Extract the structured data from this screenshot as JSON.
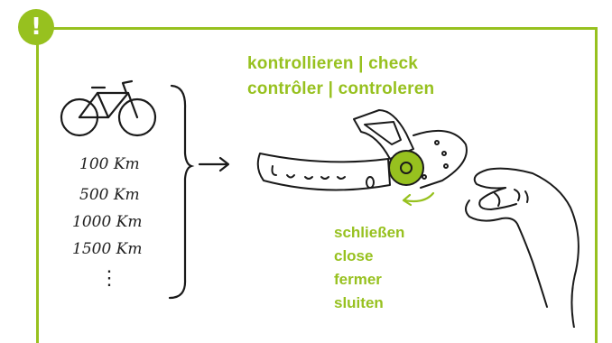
{
  "badge": {
    "symbol": "!"
  },
  "heading": {
    "line1": "kontrollieren | check",
    "line2": "contrôler | controleren"
  },
  "intervals": [
    {
      "label": "100 Km"
    },
    {
      "label": "500 Km"
    },
    {
      "label": "1000 Km"
    },
    {
      "label": "1500 Km"
    },
    {
      "label": "⋮"
    }
  ],
  "actions": [
    "schließen",
    "close",
    "fermer",
    "sluiten"
  ],
  "colors": {
    "accent": "#97c11f",
    "ink": "#1a1a1a"
  },
  "icons": [
    "bicycle-icon",
    "arrow-right-icon",
    "brake-lever-illustration",
    "hand-illustration",
    "rotate-arrow-icon"
  ]
}
